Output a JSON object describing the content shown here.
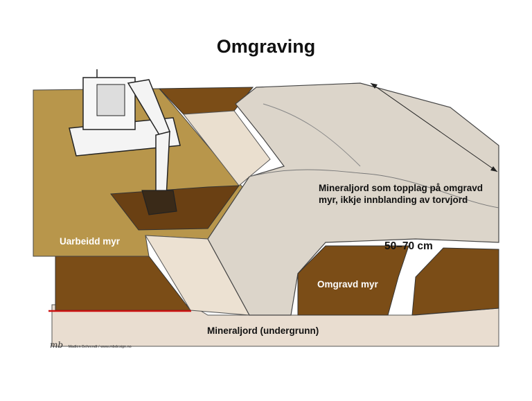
{
  "title": "Omgraving",
  "labels": {
    "topplag": "Mineraljord som topplag på omgravd myr, ikkje innblanding av torvjord",
    "thickness": "50–70 cm",
    "uarbeidd": "Uarbeidd myr",
    "omgravd": "Omgravd myr",
    "mineraljord": "Mineraljord (undergrunn)"
  },
  "credit": {
    "logo": "mb",
    "text": "Madlen Behrendt  /  www.mbdesign.no"
  },
  "colors": {
    "peat_surface": "#b7954a",
    "peat_dark": "#7a4e16",
    "mineral_subsoil": "#eadfd2",
    "mineral_topsoil": "#dcd6cc",
    "marker_line": "#cc1111"
  }
}
